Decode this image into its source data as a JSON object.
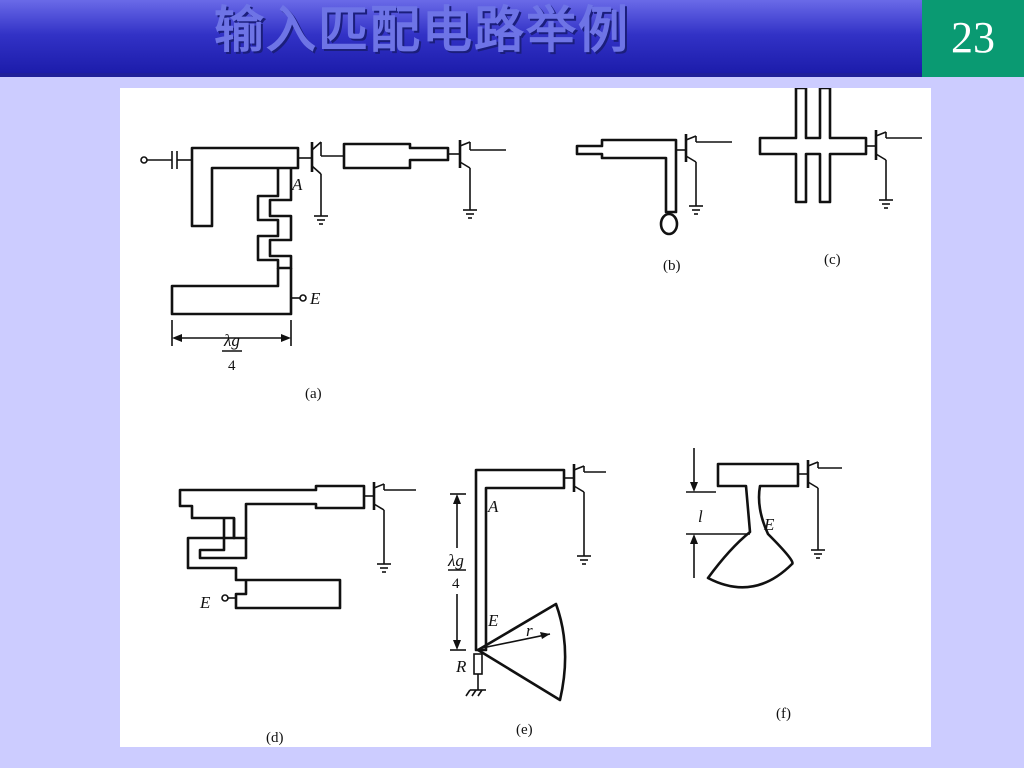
{
  "slide": {
    "title": "输入匹配电路举例",
    "page_number": "23"
  },
  "figure": {
    "captions": {
      "a": "(a)",
      "b": "(b)",
      "c": "(c)",
      "d": "(d)",
      "e": "(e)",
      "f": "(f)"
    },
    "labels": {
      "A": "A",
      "E": "E",
      "R": "R",
      "r": "r",
      "l": "l",
      "lambda_num": "λg",
      "lambda_den": "4"
    }
  }
}
